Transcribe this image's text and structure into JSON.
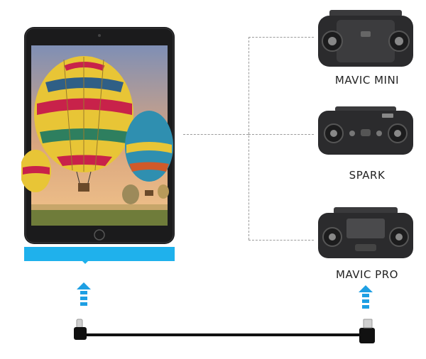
{
  "devices": [
    {
      "label": "MAVIC MINI",
      "model": "mavic-mini"
    },
    {
      "label": "SPARK",
      "model": "spark"
    },
    {
      "label": "MAVIC PRO",
      "model": "mavic-pro"
    }
  ],
  "colors": {
    "accent": "#1fb1ec",
    "arrow": "#1e9fe3",
    "cable": "#111111",
    "tablet_body": "#1b1b1c",
    "connector_line": "#9a9a9a"
  },
  "icons": {
    "tablet": "tablet-icon",
    "controller": "remote-controller-icon",
    "up_arrow": "up-arrow-icon",
    "cable": "usb-cable-icon"
  }
}
